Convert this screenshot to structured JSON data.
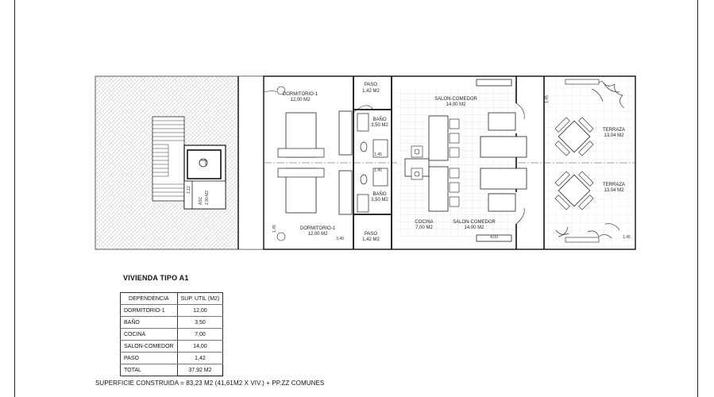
{
  "plan": {
    "rooms": [
      {
        "id": "dorm-top",
        "name": "DORMITORIO-1",
        "area": "12,00 M2"
      },
      {
        "id": "paso-top",
        "name": "PASO",
        "area": "1,42 M2"
      },
      {
        "id": "salon-top",
        "name": "SALON-COMEDOR",
        "area": "14,00 M2"
      },
      {
        "id": "bano-top",
        "name": "BAÑO",
        "area": "3,50 M2"
      },
      {
        "id": "terraza-top",
        "name": "TERRAZA",
        "area": "13,04 M2"
      },
      {
        "id": "terraza-bot",
        "name": "TERRAZA",
        "area": "13,04 M2"
      },
      {
        "id": "bano-bot",
        "name": "BAÑO",
        "area": "3,50 M2"
      },
      {
        "id": "cocina-bot",
        "name": "COCINA",
        "area": "7,00 M2"
      },
      {
        "id": "salon-bot",
        "name": "SALON-COMEDOR",
        "area": "14,00 M2"
      },
      {
        "id": "dorm-bot",
        "name": "DORMITORIO-1",
        "area": "12,00 M2"
      },
      {
        "id": "paso-bot",
        "name": "PASO",
        "area": "1,42 M2"
      }
    ],
    "lift": {
      "name": "ASC.",
      "area": "2,90 M2"
    },
    "dims": {
      "d1": "1,45",
      "d2": "1,45",
      "d3": "3,40",
      "d4": "4,09",
      "d5": "1,12",
      "d6": "1,45",
      "d7": "1,45",
      "d8": "1,45"
    }
  },
  "table": {
    "caption": "VIVIENDA TIPO A1",
    "headers": [
      "DEPENDENCIA",
      "SUP. UTIL (M2)"
    ],
    "rows": [
      {
        "name": "DORMITORIO-1",
        "value": "12,00"
      },
      {
        "name": "BAÑO",
        "value": "3,50"
      },
      {
        "name": "COCINA",
        "value": "7,00"
      },
      {
        "name": "SALON-COMEDOR",
        "value": "14,00"
      },
      {
        "name": "PASO",
        "value": "1,42"
      }
    ],
    "total": {
      "name": "TOTAL",
      "value": "37,92 M2"
    }
  },
  "summary": "SUPERFICIE CONSTRUIDA = 83,23 M2 (41,61M2 X VIV.) + PP.ZZ COMUNES"
}
